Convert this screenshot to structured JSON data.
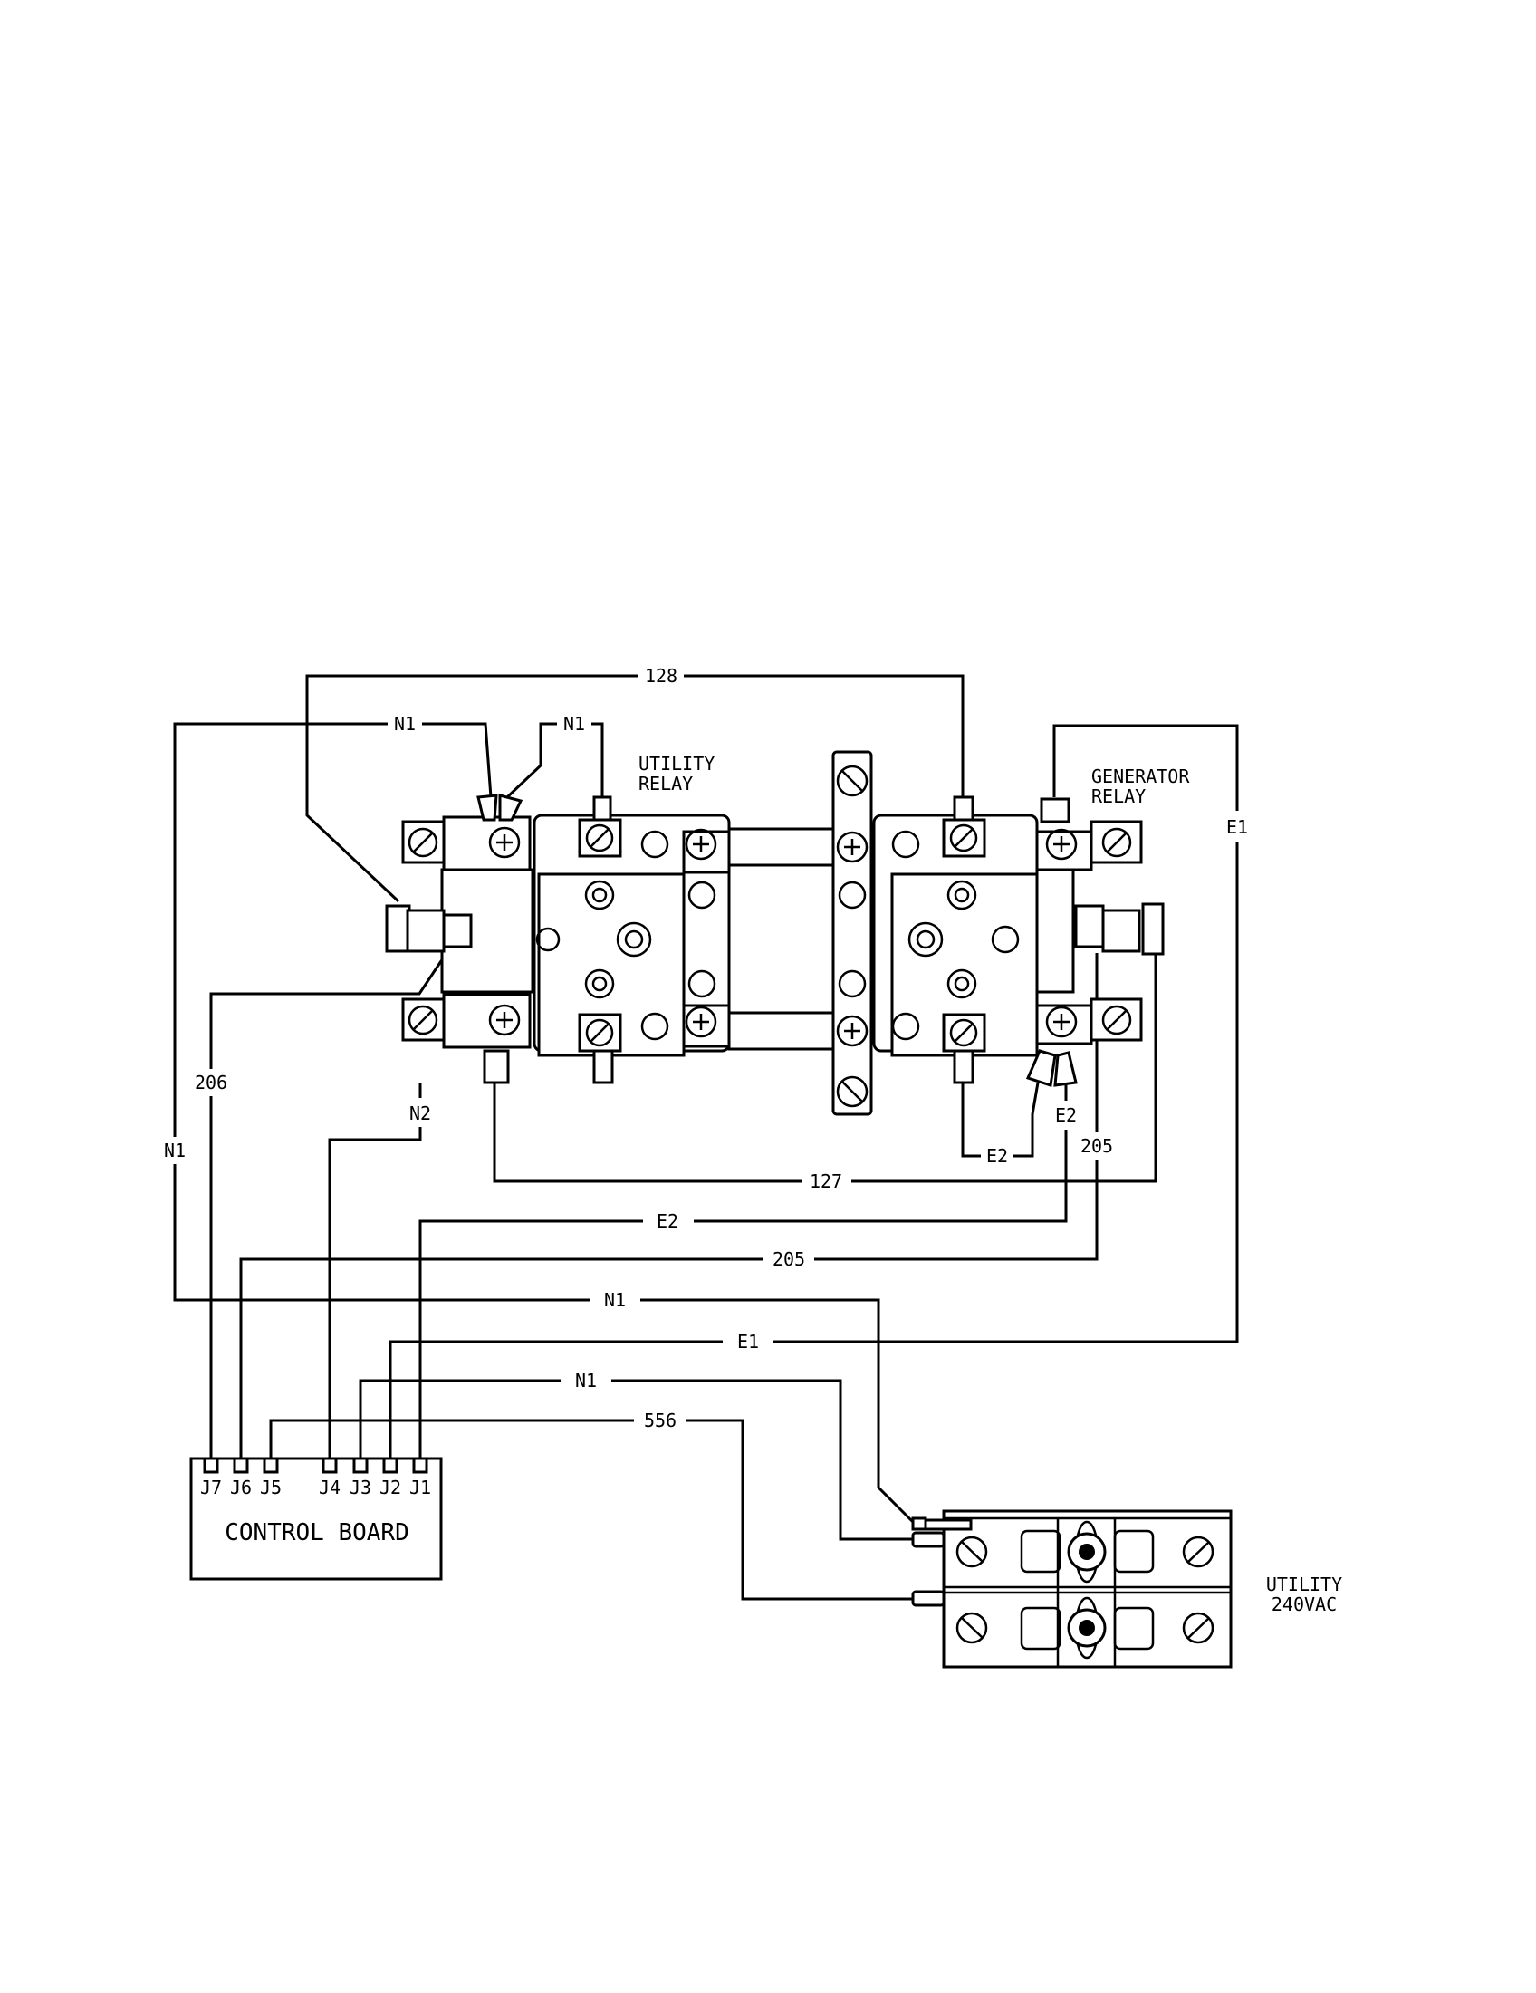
{
  "diagram": {
    "wire_labels": {
      "w128": "128",
      "n1_top": "N1",
      "n1_top2": "N1",
      "w206": "206",
      "n1_left": "N1",
      "n2": "N2",
      "w127": "127",
      "e2_a": "E2",
      "e2_b": "E2",
      "w205_v": "205",
      "e1_v": "E1",
      "e2_bus": "E2",
      "w205_bus": "205",
      "n1_bus": "N1",
      "e1_bus": "E1",
      "n1_bus2": "N1",
      "w556": "556"
    },
    "components": {
      "utility_relay": {
        "line1": "UTILITY",
        "line2": "RELAY"
      },
      "generator_relay": {
        "line1": "GENERATOR",
        "line2": "RELAY"
      },
      "utility_supply": {
        "line1": "UTILITY",
        "line2": "240VAC"
      },
      "control_board": {
        "title": "CONTROL BOARD",
        "pins": [
          "J7",
          "J6",
          "J5",
          "J4",
          "J3",
          "J2",
          "J1"
        ]
      }
    }
  }
}
